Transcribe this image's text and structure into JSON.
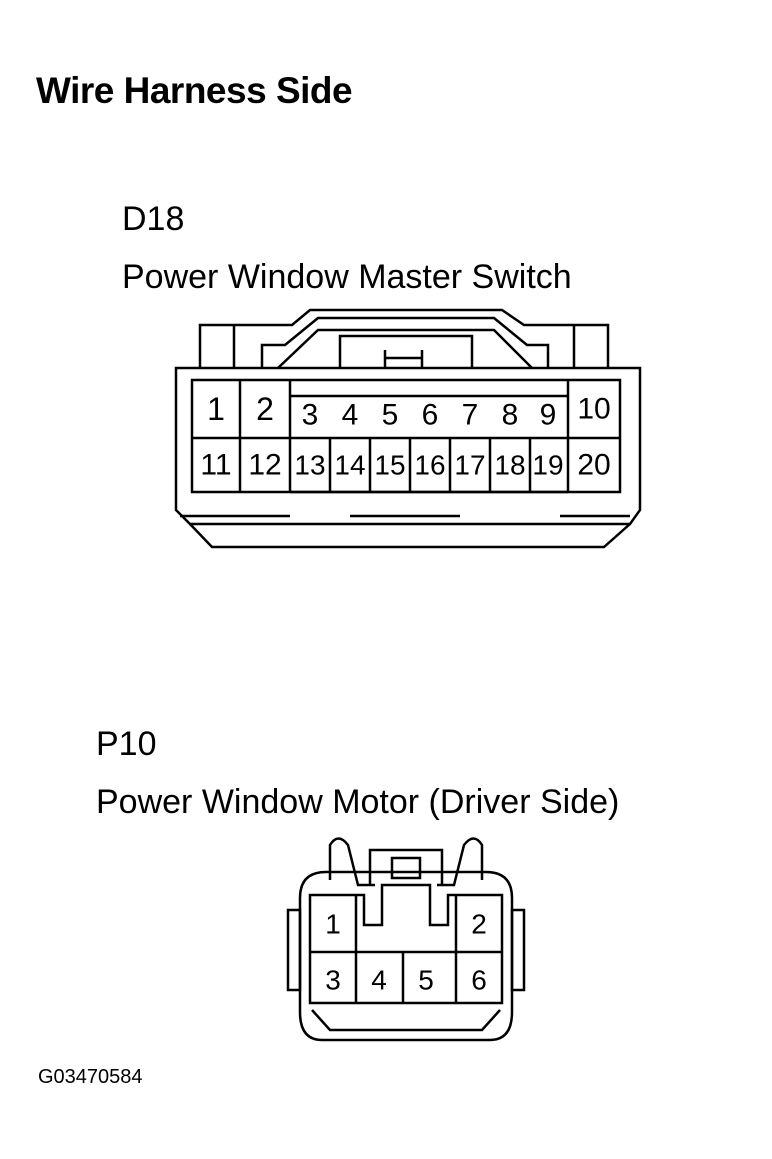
{
  "heading": "Wire Harness Side",
  "figure_id": "G03470584",
  "connectors": [
    {
      "code": "D18",
      "name": "Power Window Master Switch",
      "pins": [
        "1",
        "2",
        "3",
        "4",
        "5",
        "6",
        "7",
        "8",
        "9",
        "10",
        "11",
        "12",
        "13",
        "14",
        "15",
        "16",
        "17",
        "18",
        "19",
        "20"
      ]
    },
    {
      "code": "P10",
      "name": "Power Window Motor (Driver Side)",
      "pins": [
        "1",
        "2",
        "3",
        "4",
        "5",
        "6"
      ]
    }
  ]
}
